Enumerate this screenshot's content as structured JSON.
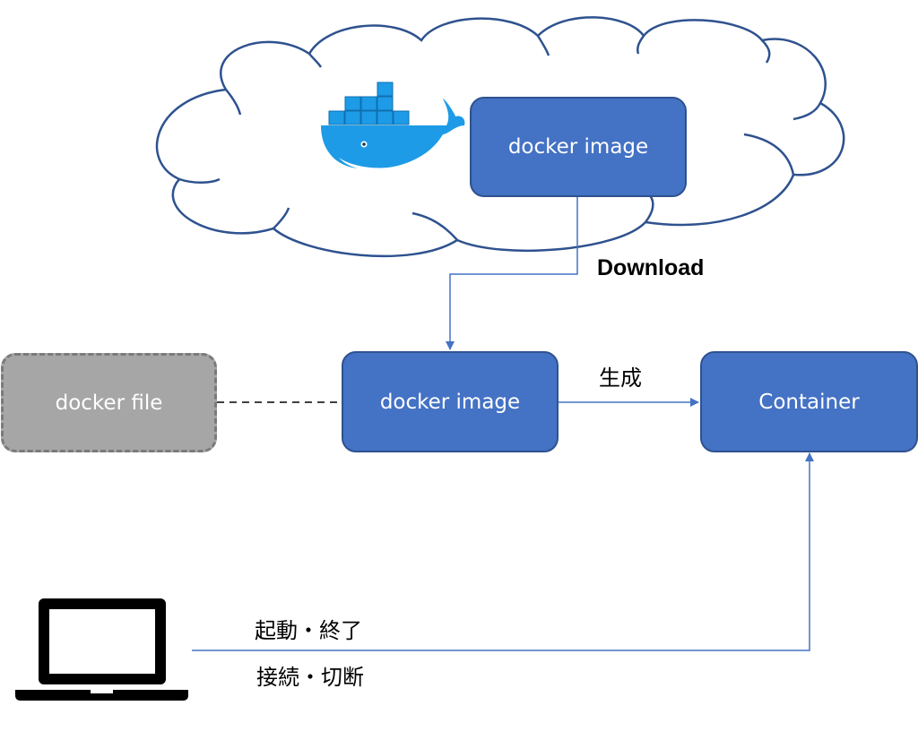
{
  "diagram": {
    "cloud": {
      "name": "Docker Hub registry cloud",
      "logo": "docker-whale-icon",
      "image_box_label": "docker image"
    },
    "download_label": "Download",
    "local": {
      "dockerfile_label": "docker file",
      "image_label": "docker image",
      "container_label": "Container",
      "generate_label": "生成"
    },
    "client": {
      "icon": "laptop-icon",
      "start_stop_label": "起動・終了",
      "connect_disconnect_label": "接続・切断"
    },
    "colors": {
      "box_fill": "#4472c4",
      "box_border": "#2f528f",
      "dockerfile_fill": "#a6a6a6",
      "connector": "#4472c4",
      "cloud_stroke": "#2f528f",
      "docker_blue": "#1d9be6"
    }
  }
}
